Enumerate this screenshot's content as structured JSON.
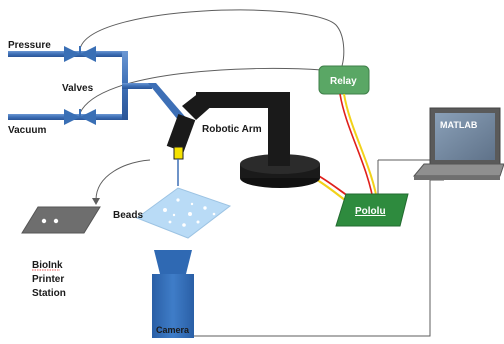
{
  "labels": {
    "pressure": "Pressure",
    "valves": "Valves",
    "vacuum": "Vacuum",
    "relay": "Relay",
    "robotic_arm": "Robotic Arm",
    "matlab": "MATLAB",
    "beads": "Beads",
    "pololu": "Pololu",
    "bioink_line1": "BioInk",
    "bioink_line2": "Printer",
    "bioink_line3": "Station",
    "camera": "Camera"
  },
  "colors": {
    "pipe": "#3d6fb6",
    "valve": "#3a6fb5",
    "relay_fill": "#5aa765",
    "pololu_fill": "#2e8b3e",
    "arm": "#1a1a1a",
    "nozzle_tip": "#f5e200",
    "camera": "#2f69b3",
    "beads_fill": "#b9dbf6",
    "wire_red": "#e0201b",
    "wire_yellow": "#f2d21a",
    "wire_gray": "#6d6d6d",
    "station": "#6e6e6e",
    "monitor": "#5a5a5a",
    "screen": "#9fb0c4"
  },
  "icons": [
    "valve-icon",
    "relay-module-icon",
    "robotic-arm-icon",
    "laptop-icon",
    "pololu-board-icon",
    "camera-icon",
    "bead-tray-icon",
    "printer-station-icon"
  ]
}
